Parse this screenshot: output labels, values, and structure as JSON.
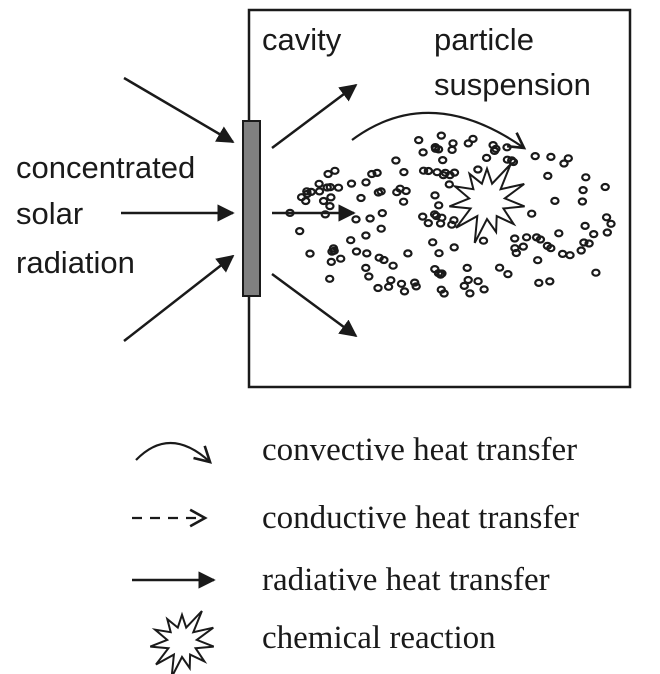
{
  "diagram": {
    "source_label": [
      "concentrated",
      "solar",
      "radiation"
    ],
    "cavity_label": "cavity",
    "suspension_label": [
      "particle",
      "suspension"
    ]
  },
  "legend": [
    {
      "icon": "curved-arrow-icon",
      "label": "convective heat transfer"
    },
    {
      "icon": "dashed-arrow-icon",
      "label": "conductive heat transfer"
    },
    {
      "icon": "solid-arrow-icon",
      "label": "radiative heat transfer"
    },
    {
      "icon": "starburst-icon",
      "label": "chemical reaction"
    }
  ],
  "colors": {
    "ink": "#1a1a1a",
    "window": "#808080"
  }
}
